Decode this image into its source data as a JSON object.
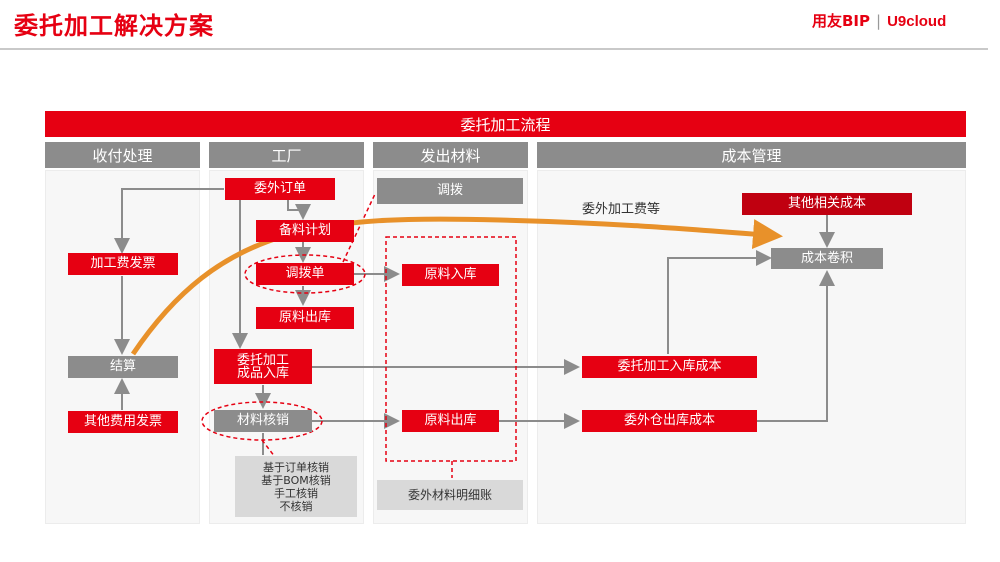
{
  "title": "委托加工解决方案",
  "brand": {
    "name": "用友BIP",
    "product": "U9cloud"
  },
  "banner": "委托加工流程",
  "columns": [
    "收付处理",
    "工厂",
    "发出材料",
    "成本管理"
  ],
  "nodes": {
    "fee_invoice": "加工费发票",
    "settlement": "结算",
    "other_invoice": "其他费用发票",
    "outsource_order": "委外订单",
    "material_plan": "备料计划",
    "transfer_doc": "调拨单",
    "material_issue": "原料出库",
    "finished_receipt": [
      "委托加工",
      "成品入库"
    ],
    "material_writeoff": "材料核销",
    "writeoff_methods": [
      "基于订单核销",
      "基于BOM核销",
      "手工核销",
      "不核销"
    ],
    "transfer": "调拨",
    "material_receipt": "原料入库",
    "material_out": "原料出库",
    "outsource_ledger": "委外材料明细账",
    "other_costs": "其他相关成本",
    "cost_rollup": "成本卷积",
    "receipt_cost": "委托加工入库成本",
    "warehouse_out_cost": "委外仓出库成本"
  },
  "annotation": "委外加工费等",
  "colors": {
    "red": "#e60012",
    "dark_red": "#c00010",
    "gray": "#8c8c8c",
    "orange": "#e8912a"
  }
}
